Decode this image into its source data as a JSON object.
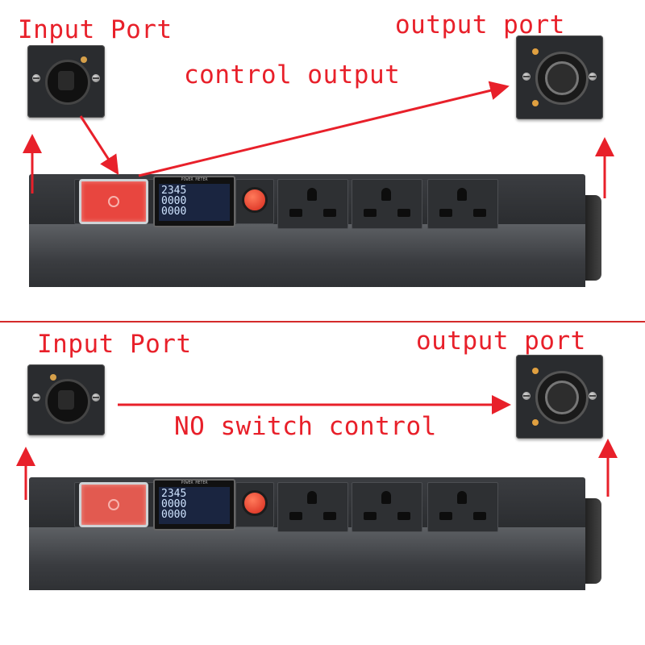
{
  "top": {
    "input_label": "Input Port",
    "output_label": "output port",
    "control_label": "control output"
  },
  "bottom": {
    "input_label": "Input Port",
    "output_label": "output port",
    "control_label": "NO switch control"
  },
  "meter_readings": [
    "2345",
    "0000",
    "0000"
  ],
  "meter_title": "POWER METER",
  "colors": {
    "label_red": "#e8202a",
    "strip_body": "#3a3c40",
    "switch_red": "#e8463f"
  }
}
